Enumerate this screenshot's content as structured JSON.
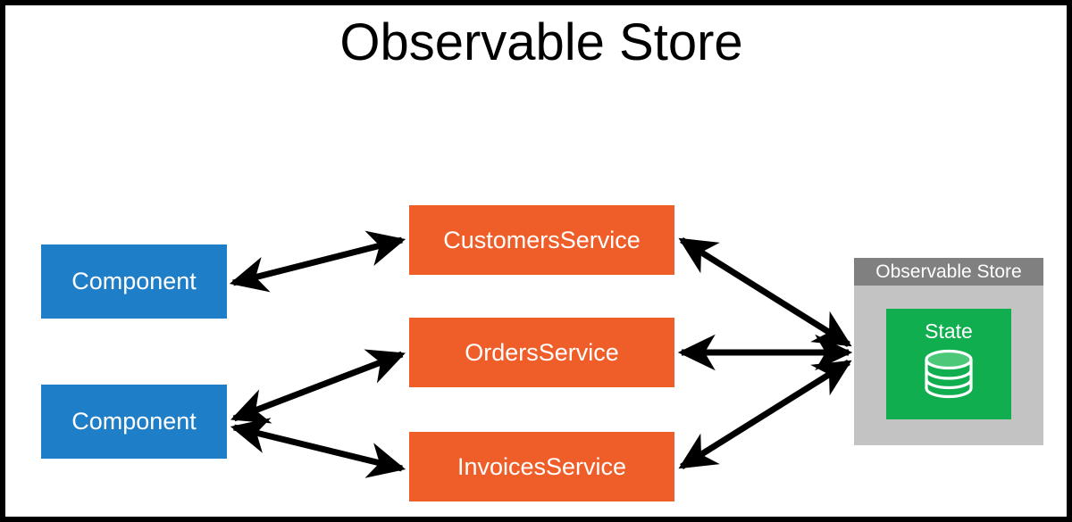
{
  "diagram": {
    "title": "Observable Store",
    "background_color": "#ffffff",
    "border_color": "#000000",
    "type": "architecture-diagram"
  },
  "colors": {
    "component_blue": "#1f7ec8",
    "service_orange": "#ef5d28",
    "store_panel_gray": "#c3c3c3",
    "store_header_gray": "#808080",
    "state_green": "#10ae4e",
    "arrow_black": "#000000",
    "label_white": "#ffffff"
  },
  "components": [
    {
      "id": "component-1",
      "label": "Component"
    },
    {
      "id": "component-2",
      "label": "Component"
    }
  ],
  "services": [
    {
      "id": "customers-service",
      "label": "CustomersService"
    },
    {
      "id": "orders-service",
      "label": "OrdersService"
    },
    {
      "id": "invoices-service",
      "label": "InvoicesService"
    }
  ],
  "store": {
    "header_label": "Observable Store",
    "state_label": "State",
    "state_icon": "database-icon"
  },
  "connections": [
    {
      "from": "component-1",
      "to": "customers-service",
      "style": "double-headed-arrow"
    },
    {
      "from": "component-2",
      "to": "orders-service",
      "style": "double-headed-arrow"
    },
    {
      "from": "component-2",
      "to": "invoices-service",
      "style": "double-headed-arrow"
    },
    {
      "from": "customers-service",
      "to": "observable-store",
      "style": "double-headed-arrow"
    },
    {
      "from": "orders-service",
      "to": "observable-store",
      "style": "double-headed-arrow"
    },
    {
      "from": "invoices-service",
      "to": "observable-store",
      "style": "double-headed-arrow"
    }
  ]
}
